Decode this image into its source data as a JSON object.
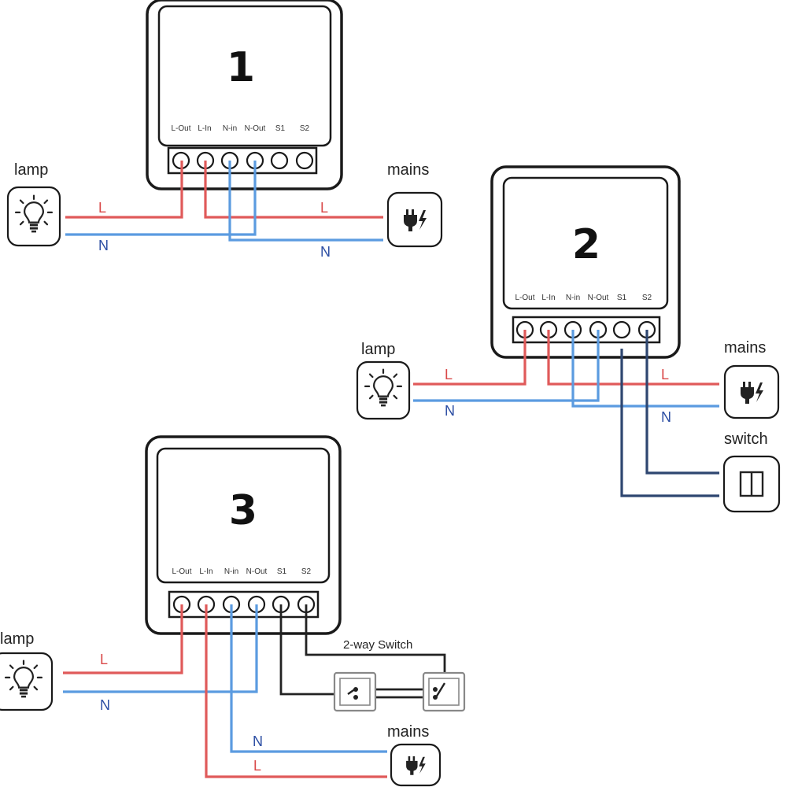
{
  "diagrams": [
    {
      "number": "1",
      "terminals": [
        "L-Out",
        "L-In",
        "N-in",
        "N-Out",
        "S1",
        "S2"
      ],
      "lamp_label": "lamp",
      "mains_label": "mains",
      "wire_L_left": "L",
      "wire_N_left": "N",
      "wire_L_right": "L",
      "wire_N_right": "N"
    },
    {
      "number": "2",
      "terminals": [
        "L-Out",
        "L-In",
        "N-in",
        "N-Out",
        "S1",
        "S2"
      ],
      "lamp_label": "lamp",
      "mains_label": "mains",
      "switch_label": "switch",
      "wire_L_left": "L",
      "wire_N_left": "N",
      "wire_L_right": "L",
      "wire_N_right": "N"
    },
    {
      "number": "3",
      "terminals": [
        "L-Out",
        "L-In",
        "N-in",
        "N-Out",
        "S1",
        "S2"
      ],
      "lamp_label": "lamp",
      "mains_label": "mains",
      "switch_label": "2-way Switch",
      "wire_L_left": "L",
      "wire_N_left": "N",
      "wire_N_mains": "N",
      "wire_L_mains": "L"
    }
  ],
  "icons": {
    "lamp": "lightbulb-icon",
    "mains": "plug-icon",
    "switch": "wall-switch-icon"
  },
  "colors": {
    "live": "#e05a5a",
    "neutral": "#5b9be0",
    "switch_wire": "#2e4670",
    "two_way_wire": "#222222",
    "wire_L_text": "#d94848",
    "wire_N_text": "#2c4ea3"
  }
}
